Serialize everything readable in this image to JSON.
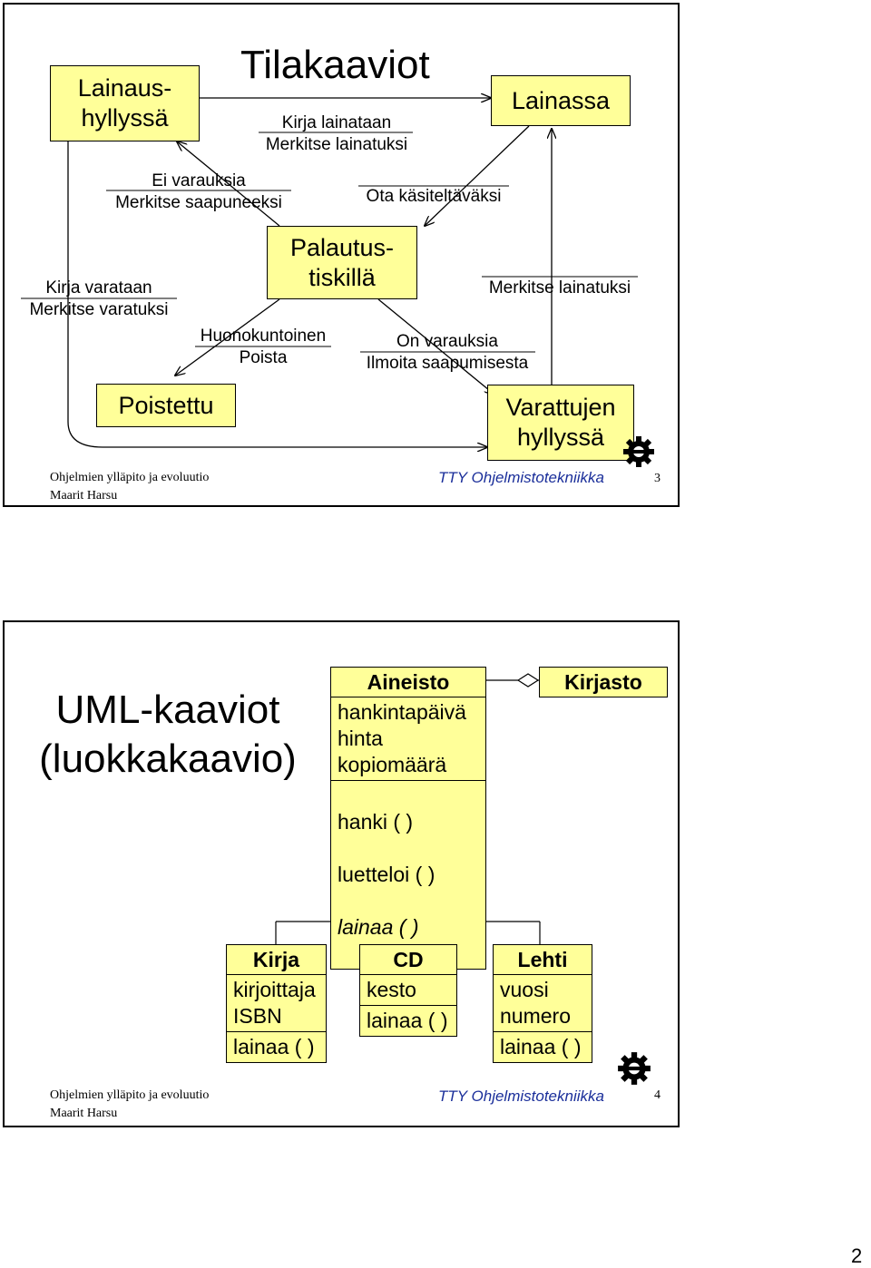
{
  "slide1": {
    "title": "Tilakaaviot",
    "states": {
      "lainaushyllyssa": "Lainaus-\nhyllyssä",
      "lainassa": "Lainassa",
      "palautustiskilla": "Palautus-\ntiskillä",
      "poistettu": "Poistettu",
      "varattujen": "Varattujen\nhyllyssä"
    },
    "transitions": {
      "lainaus_to_lainassa": "Kirja lainataan\nMerkitse lainatuksi",
      "palautus_to_lainaus": "Ei varauksia\nMerkitse saapuneeksi",
      "lainassa_to_palautus": "Ota käsiteltäväksi",
      "lainaus_to_varattujen": "Kirja varataan\nMerkitse varatuksi",
      "varattujen_to_lainassa": "Merkitse lainatuksi",
      "palautus_to_poistettu": "Huonokuntoinen\nPoista",
      "palautus_to_varattujen": "On varauksia\nIlmoita saapumisesta"
    },
    "footer_left": "Ohjelmien ylläpito ja evoluutio\nMaarit Harsu",
    "footer_center": "TTY Ohjelmistotekniikka",
    "page_number": "3"
  },
  "slide2": {
    "title": "UML-kaaviot\n(luokkakaavio)",
    "classes": {
      "aineisto": {
        "name": "Aineisto",
        "attributes": "hankintapäivä\nhinta\nkopiomäärä",
        "operations": [
          "hanki ( )",
          "luetteloi ( )"
        ],
        "abstract_operation": "lainaa ( )"
      },
      "kirjasto": {
        "name": "Kirjasto"
      },
      "kirja": {
        "name": "Kirja",
        "attributes": "kirjoittaja\nISBN",
        "operations": "lainaa ( )"
      },
      "cd": {
        "name": "CD",
        "attributes": "kesto",
        "operations": "lainaa ( )"
      },
      "lehti": {
        "name": "Lehti",
        "attributes": "vuosi\nnumero",
        "operations": "lainaa ( )"
      }
    },
    "footer_left": "Ohjelmien ylläpito ja evoluutio\nMaarit Harsu",
    "footer_center": "TTY Ohjelmistotekniikka",
    "page_number": "4"
  },
  "sheet_page_number": "2",
  "icons": [
    "gear-logo-icon"
  ],
  "colors": {
    "state_fill": "#ffff99",
    "footer_text": "#1a2e9a"
  }
}
